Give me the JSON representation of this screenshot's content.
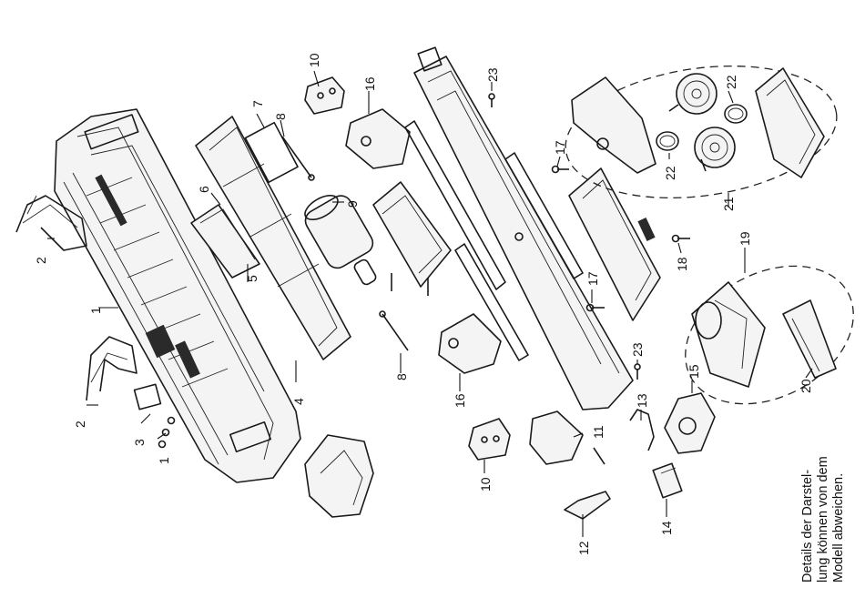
{
  "note_lines": [
    "Details der Darstel-",
    "lung können von dem",
    "Modell abweichen."
  ],
  "callouts": {
    "c1a": "1",
    "c1b": "1",
    "c2a": "2",
    "c2b": "2",
    "c3": "3",
    "c4": "4",
    "c5": "5",
    "c6": "6",
    "c7": "7",
    "c8a": "8",
    "c8b": "8",
    "c9": "9",
    "c10a": "10",
    "c10b": "10",
    "c11": "11",
    "c12": "12",
    "c13": "13",
    "c14": "14",
    "c15": "15",
    "c16a": "16",
    "c16b": "16",
    "c17a": "17",
    "c17b": "17",
    "c18": "18",
    "c19": "19",
    "c20": "20",
    "c21": "21",
    "c22a": "22",
    "c22b": "22",
    "c23a": "23",
    "c23b": "23"
  }
}
